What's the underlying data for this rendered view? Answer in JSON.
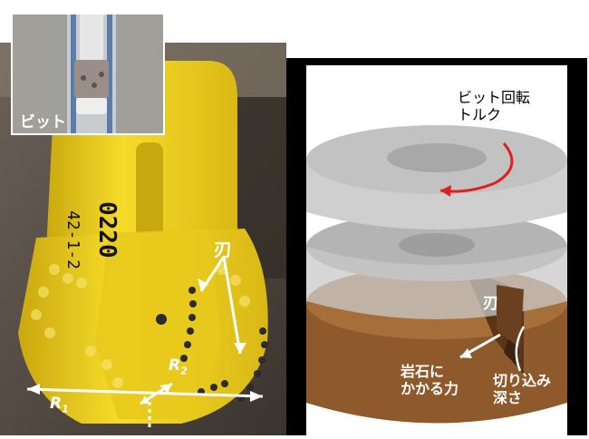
{
  "photo": {
    "inset_label": "ビット",
    "bit_number_top": "0220",
    "bit_number_side": "42-1-2",
    "blade_label": "刃",
    "r1_label": "R",
    "r1_sub": "1",
    "r2_label": "R",
    "r2_sub": "2"
  },
  "diagram": {
    "torque_line1": "ビット回転",
    "torque_line2": "トルク",
    "blade_label": "刃",
    "force_line1": "岩石に",
    "force_line2": "かかる力",
    "depth_line1": "切り込み",
    "depth_line2": "深さ"
  },
  "colors": {
    "bit_yellow": "#f2d21a",
    "rock_brown": "#8f5a2b",
    "arrow_red": "#e02020",
    "frame_black": "#000000"
  }
}
